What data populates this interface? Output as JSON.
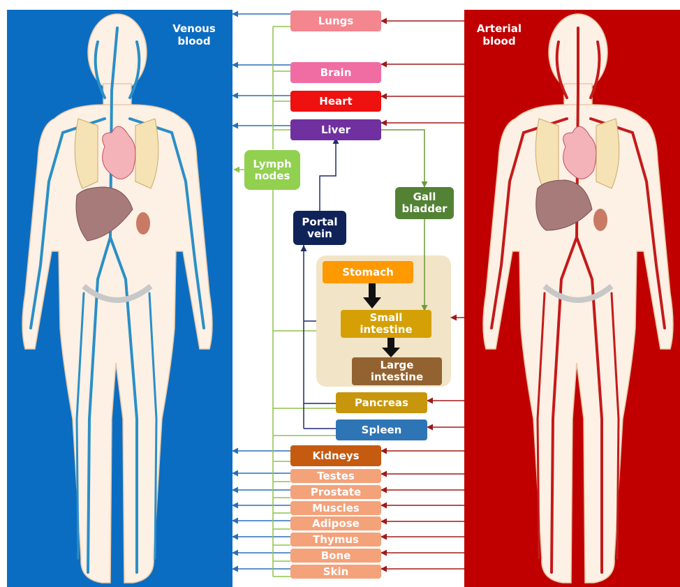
{
  "labels": {
    "venous": "Venous\nblood",
    "arterial": "Arterial\nblood"
  },
  "organs": {
    "lungs": "Lungs",
    "brain": "Brain",
    "heart": "Heart",
    "liver": "Liver",
    "lymph_nodes": "Lymph\nnodes",
    "gall_bladder": "Gall\nbladder",
    "portal_vein": "Portal\nvein",
    "stomach": "Stomach",
    "small_intestine": "Small\nintestine",
    "large_intestine": "Large\nintestine",
    "pancreas": "Pancreas",
    "spleen": "Spleen",
    "kidneys": "Kidneys",
    "testes": "Testes",
    "prostate": "Prostate",
    "muscles": "Muscles",
    "adipose": "Adipose",
    "thymus": "Thymus",
    "bone": "Bone",
    "skin": "Skin"
  },
  "colors": {
    "venous_panel": "#0b6dc1",
    "arterial_panel": "#c00000",
    "venous_vessel": "#2a8fc7",
    "arterial_vessel": "#c41a1a",
    "lymph_line": "#8fc34a",
    "portal_line": "#1f2a6b",
    "gall_line": "#6b9a3a",
    "skin": "#fdf0e4"
  }
}
